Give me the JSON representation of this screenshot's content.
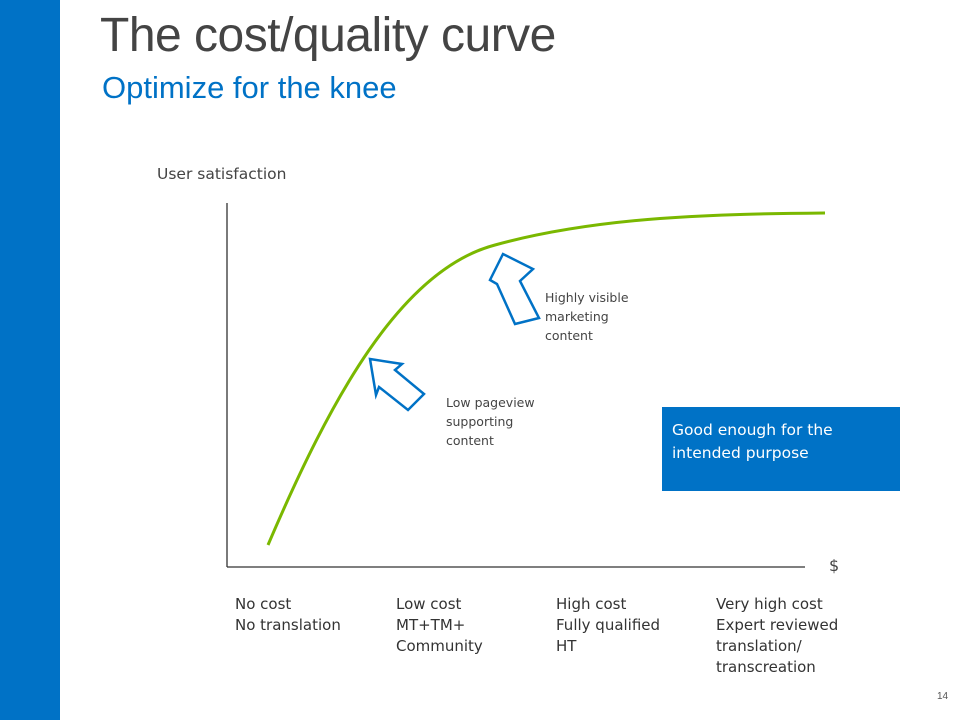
{
  "slide": {
    "title": "The cost/quality curve",
    "subtitle": "Optimize for the knee",
    "page_number": "14"
  },
  "diagram": {
    "y_axis_label": "User satisfaction",
    "x_axis_label": "$",
    "annotations": {
      "high": "Highly visible\nmarketing\ncontent",
      "low": "Low pageview\nsupporting\ncontent"
    },
    "callout": "Good enough for the intended purpose",
    "categories": [
      "No cost\nNo translation",
      "Low cost\nMT+TM+\nCommunity",
      "High cost\nFully qualified\nHT",
      "Very high cost\nExpert reviewed\ntranslation/\ntranscreation"
    ]
  },
  "colors": {
    "accent_blue": "#0072c6",
    "curve_green": "#7ab800",
    "title_gray": "#444444",
    "axis": "#333333"
  },
  "icons": [
    "up-arrow-icon",
    "up-left-arrow-icon"
  ]
}
